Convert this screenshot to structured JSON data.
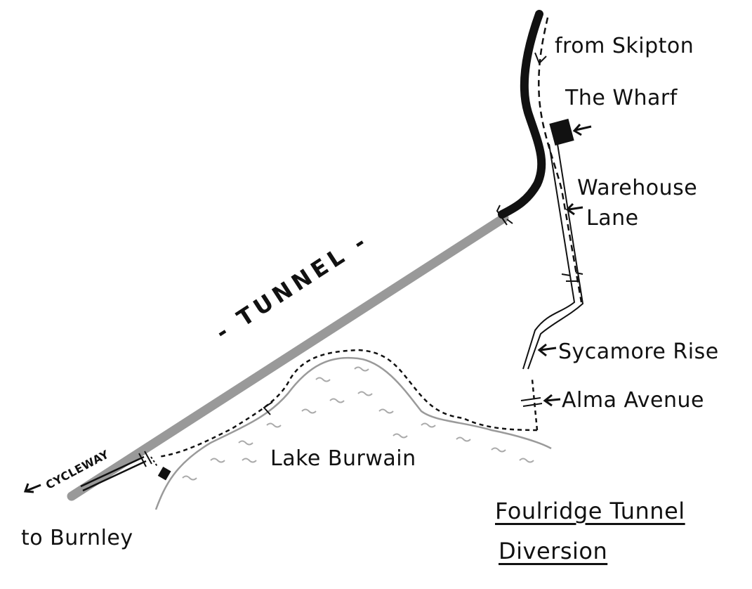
{
  "map": {
    "title_line1": "Foulridge Tunnel",
    "title_line2": "Diversion",
    "labels": {
      "from_skipton": "from Skipton",
      "the_wharf": "The Wharf",
      "warehouse_lane_1": "Warehouse",
      "warehouse_lane_2": "Lane",
      "sycamore_rise": "Sycamore Rise",
      "alma_avenue": "Alma Avenue",
      "tunnel": "- TUNNEL -",
      "lake": "Lake Burwain",
      "cycleway": "CYCLEWAY",
      "to_burnley": "to Burnley"
    },
    "colors": {
      "ink": "#111111",
      "tunnel": "#999999",
      "lake": "#9a9a9a"
    }
  }
}
